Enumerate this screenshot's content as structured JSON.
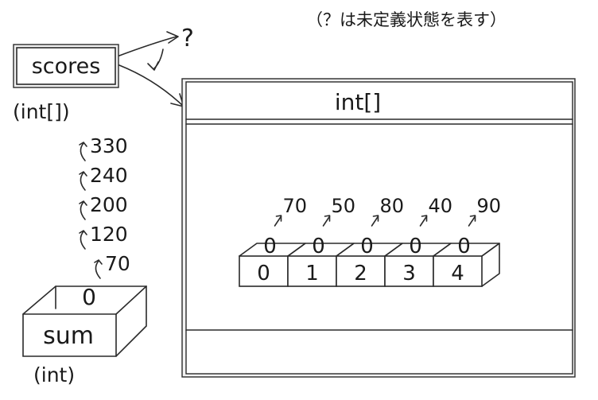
{
  "note": "（？は未定義状態を表す）",
  "undefined_mark": "?",
  "scores": {
    "label": "scores",
    "type": "(int[])"
  },
  "array": {
    "type_label": "int[]",
    "indices": [
      "0",
      "1",
      "2",
      "3",
      "4"
    ],
    "initial_values": [
      "0",
      "0",
      "0",
      "0",
      "0"
    ],
    "assigned_values": [
      "70",
      "50",
      "80",
      "40",
      "90"
    ]
  },
  "sum": {
    "label": "sum",
    "type": "(int)",
    "initial_value": "0",
    "history": [
      "70",
      "120",
      "200",
      "240",
      "330"
    ]
  }
}
